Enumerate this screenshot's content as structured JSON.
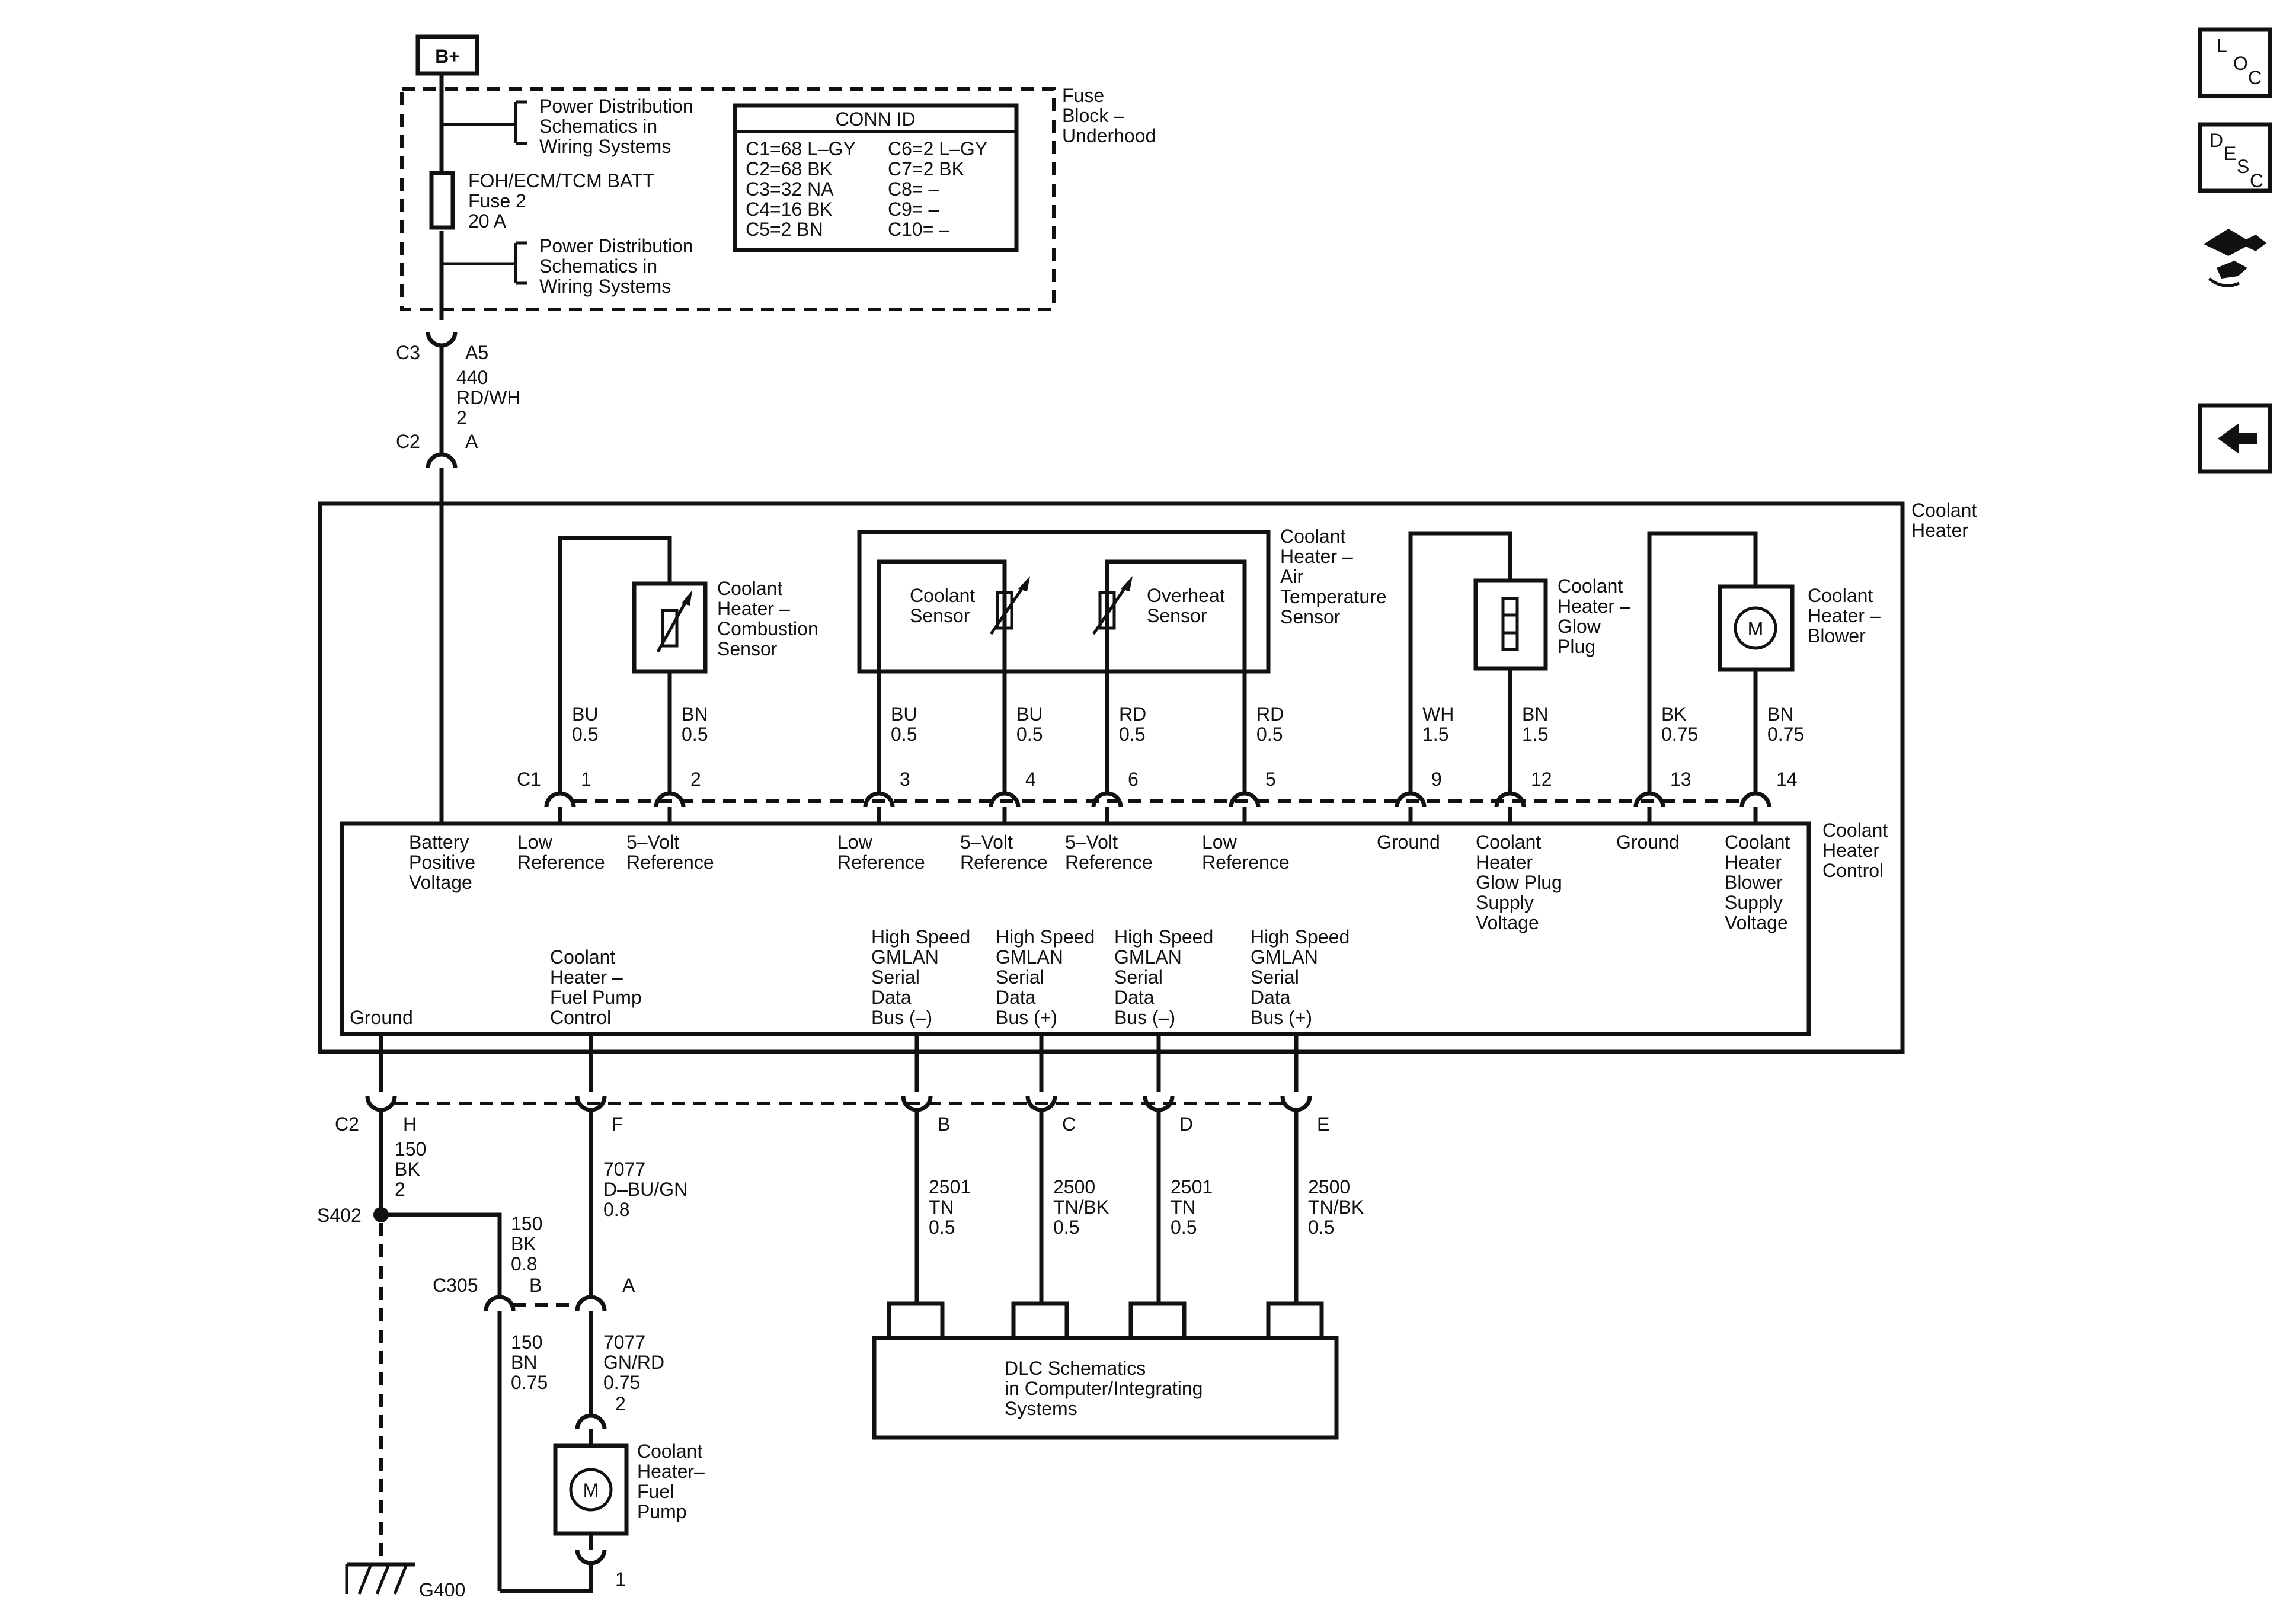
{
  "battery": {
    "label": "B+"
  },
  "fuse_block": {
    "label_lines": [
      "Fuse",
      "Block –",
      "Underhood"
    ],
    "power_dist_top": [
      "Power Distribution",
      "Schematics in",
      "Wiring Systems"
    ],
    "power_dist_bottom": [
      "Power Distribution",
      "Schematics in",
      "Wiring Systems"
    ],
    "fuse_lines": [
      "FOH/ECM/TCM BATT",
      "Fuse 2",
      "20 A"
    ]
  },
  "conn_id": {
    "title": "CONN ID",
    "left": [
      "C1=68 L–GY",
      "C2=68 BK",
      "C3=32 NA",
      "C4=16 BK",
      "C5=2 BN"
    ],
    "right": [
      "C6=2 L–GY",
      "C7=2 BK",
      "C8= –",
      "C9= –",
      "C10= –"
    ]
  },
  "supply_wire": {
    "c3": "C3",
    "a5": "A5",
    "circuit": [
      "440",
      "RD/WH",
      "2"
    ],
    "c2": "C2",
    "a": "A"
  },
  "coolant_heater": {
    "label_lines": [
      "Coolant",
      "Heater"
    ]
  },
  "control": {
    "label_lines": [
      "Coolant",
      "Heater",
      "Control"
    ]
  },
  "sensors": {
    "combustion": [
      "Coolant",
      "Heater –",
      "Combustion",
      "Sensor"
    ],
    "coolant_sensor": [
      "Coolant",
      "Sensor"
    ],
    "overheat_sensor": [
      "Overheat",
      "Sensor"
    ],
    "air_temp": [
      "Coolant",
      "Heater –",
      "Air",
      "Temperature",
      "Sensor"
    ],
    "glow_plug": [
      "Coolant",
      "Heater –",
      "Glow",
      "Plug"
    ],
    "blower": [
      "Coolant",
      "Heater –",
      "Blower"
    ],
    "motor_symbol": "M"
  },
  "c1_connector": "C1",
  "c1_pins": [
    {
      "pin": "1",
      "color": "BU",
      "gauge": "0.5"
    },
    {
      "pin": "2",
      "color": "BN",
      "gauge": "0.5"
    },
    {
      "pin": "3",
      "color": "BU",
      "gauge": "0.5"
    },
    {
      "pin": "4",
      "color": "BU",
      "gauge": "0.5"
    },
    {
      "pin": "6",
      "color": "RD",
      "gauge": "0.5"
    },
    {
      "pin": "5",
      "color": "RD",
      "gauge": "0.5"
    },
    {
      "pin": "9",
      "color": "WH",
      "gauge": "1.5"
    },
    {
      "pin": "12",
      "color": "BN",
      "gauge": "1.5"
    },
    {
      "pin": "13",
      "color": "BK",
      "gauge": "0.75"
    },
    {
      "pin": "14",
      "color": "BN",
      "gauge": "0.75"
    }
  ],
  "control_top_labels": [
    [
      "Battery",
      "Positive",
      "Voltage"
    ],
    [
      "Low",
      "Reference"
    ],
    [
      "5–Volt",
      "Reference"
    ],
    [
      "Low",
      "Reference"
    ],
    [
      "5–Volt",
      "Reference"
    ],
    [
      "5–Volt",
      "Reference"
    ],
    [
      "Low",
      "Reference"
    ],
    [
      "Ground"
    ],
    [
      "Coolant",
      "Heater",
      "Glow Plug",
      "Supply",
      "Voltage"
    ],
    [
      "Ground"
    ],
    [
      "Coolant",
      "Heater",
      "Blower",
      "Supply",
      "Voltage"
    ]
  ],
  "control_bottom_labels": [
    [
      "Ground"
    ],
    [
      "Coolant",
      "Heater –",
      "Fuel Pump",
      "Control"
    ],
    [
      "High Speed",
      "GMLAN",
      "Serial",
      "Data",
      "Bus (–)"
    ],
    [
      "High Speed",
      "GMLAN",
      "Serial",
      "Data",
      "Bus (+)"
    ],
    [
      "High Speed",
      "GMLAN",
      "Serial",
      "Data",
      "Bus (–)"
    ],
    [
      "High Speed",
      "GMLAN",
      "Serial",
      "Data",
      "Bus (+)"
    ]
  ],
  "c2_connector": "C2",
  "c2_pins": [
    {
      "pin": "H",
      "circuit": [
        "150",
        "BK",
        "2"
      ]
    },
    {
      "pin": "F",
      "circuit": [
        "7077",
        "D–BU/GN",
        "0.8"
      ]
    },
    {
      "pin": "B",
      "circuit": [
        "2501",
        "TN",
        "0.5"
      ]
    },
    {
      "pin": "C",
      "circuit": [
        "2500",
        "TN/BK",
        "0.5"
      ]
    },
    {
      "pin": "D",
      "circuit": [
        "2501",
        "TN",
        "0.5"
      ]
    },
    {
      "pin": "E",
      "circuit": [
        "2500",
        "TN/BK",
        "0.5"
      ]
    }
  ],
  "splice": {
    "label": "S402",
    "branch": [
      "150",
      "BK",
      "0.8"
    ]
  },
  "c305": {
    "label": "C305",
    "pin_b": "B",
    "pin_a": "A",
    "b_circuit": [
      "150",
      "BN",
      "0.75"
    ],
    "a_circuit": [
      "7077",
      "GN/RD",
      "0.75"
    ]
  },
  "fuel_pump": {
    "label_lines": [
      "Coolant",
      "Heater–",
      "Fuel",
      "Pump"
    ],
    "pin_top": "2",
    "pin_bottom": "1",
    "symbol": "M"
  },
  "ground": {
    "label": "G400"
  },
  "dlc": {
    "lines": [
      "DLC Schematics",
      "in Computer/Integrating",
      "Systems"
    ]
  },
  "nav": {
    "loc": [
      "L",
      "O",
      "C"
    ],
    "desc": [
      "D",
      "E",
      "S",
      "C"
    ],
    "back_glyph": "🡐",
    "connector_icon": "connector-icon"
  }
}
